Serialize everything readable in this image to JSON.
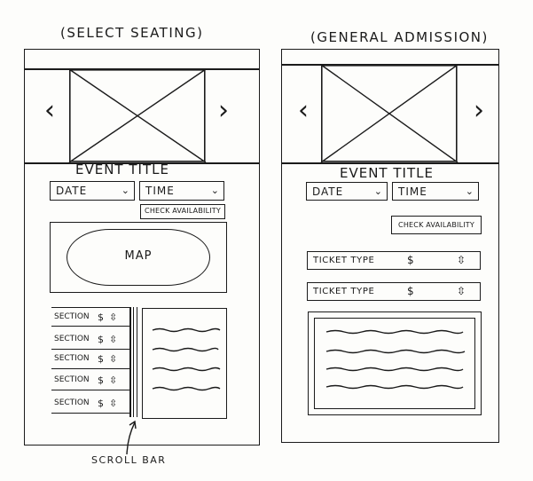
{
  "left_wireframe": {
    "caption": "(SELECT SEATING)",
    "carousel": {
      "prev_icon": "chevron-left-icon",
      "next_icon": "chevron-right-icon",
      "image_placeholder": "image-placeholder-icon"
    },
    "event_title": "EVENT TITLE",
    "date_label": "DATE",
    "time_label": "TIME",
    "check_availability": "CHECK AVAILABILITY",
    "map_label": "MAP",
    "sections": [
      {
        "label": "SECTION",
        "price": "$"
      },
      {
        "label": "SECTION",
        "price": "$"
      },
      {
        "label": "SECTION",
        "price": "$"
      },
      {
        "label": "SECTION",
        "price": "$"
      },
      {
        "label": "SECTION",
        "price": "$"
      }
    ],
    "scroll_bar_label": "SCROLL BAR"
  },
  "right_wireframe": {
    "caption": "(GENERAL ADMISSION)",
    "carousel": {
      "prev_icon": "chevron-left-icon",
      "next_icon": "chevron-right-icon",
      "image_placeholder": "image-placeholder-icon"
    },
    "event_title": "EVENT TITLE",
    "date_label": "DATE",
    "time_label": "TIME",
    "check_availability": "CHECK AVAILABILITY",
    "ticket_types": [
      {
        "label": "TICKET TYPE",
        "price": "$"
      },
      {
        "label": "TICKET TYPE",
        "price": "$"
      }
    ]
  },
  "icons": {
    "dropdown": "chevron-down-icon",
    "stepper": "stepper-icon"
  }
}
